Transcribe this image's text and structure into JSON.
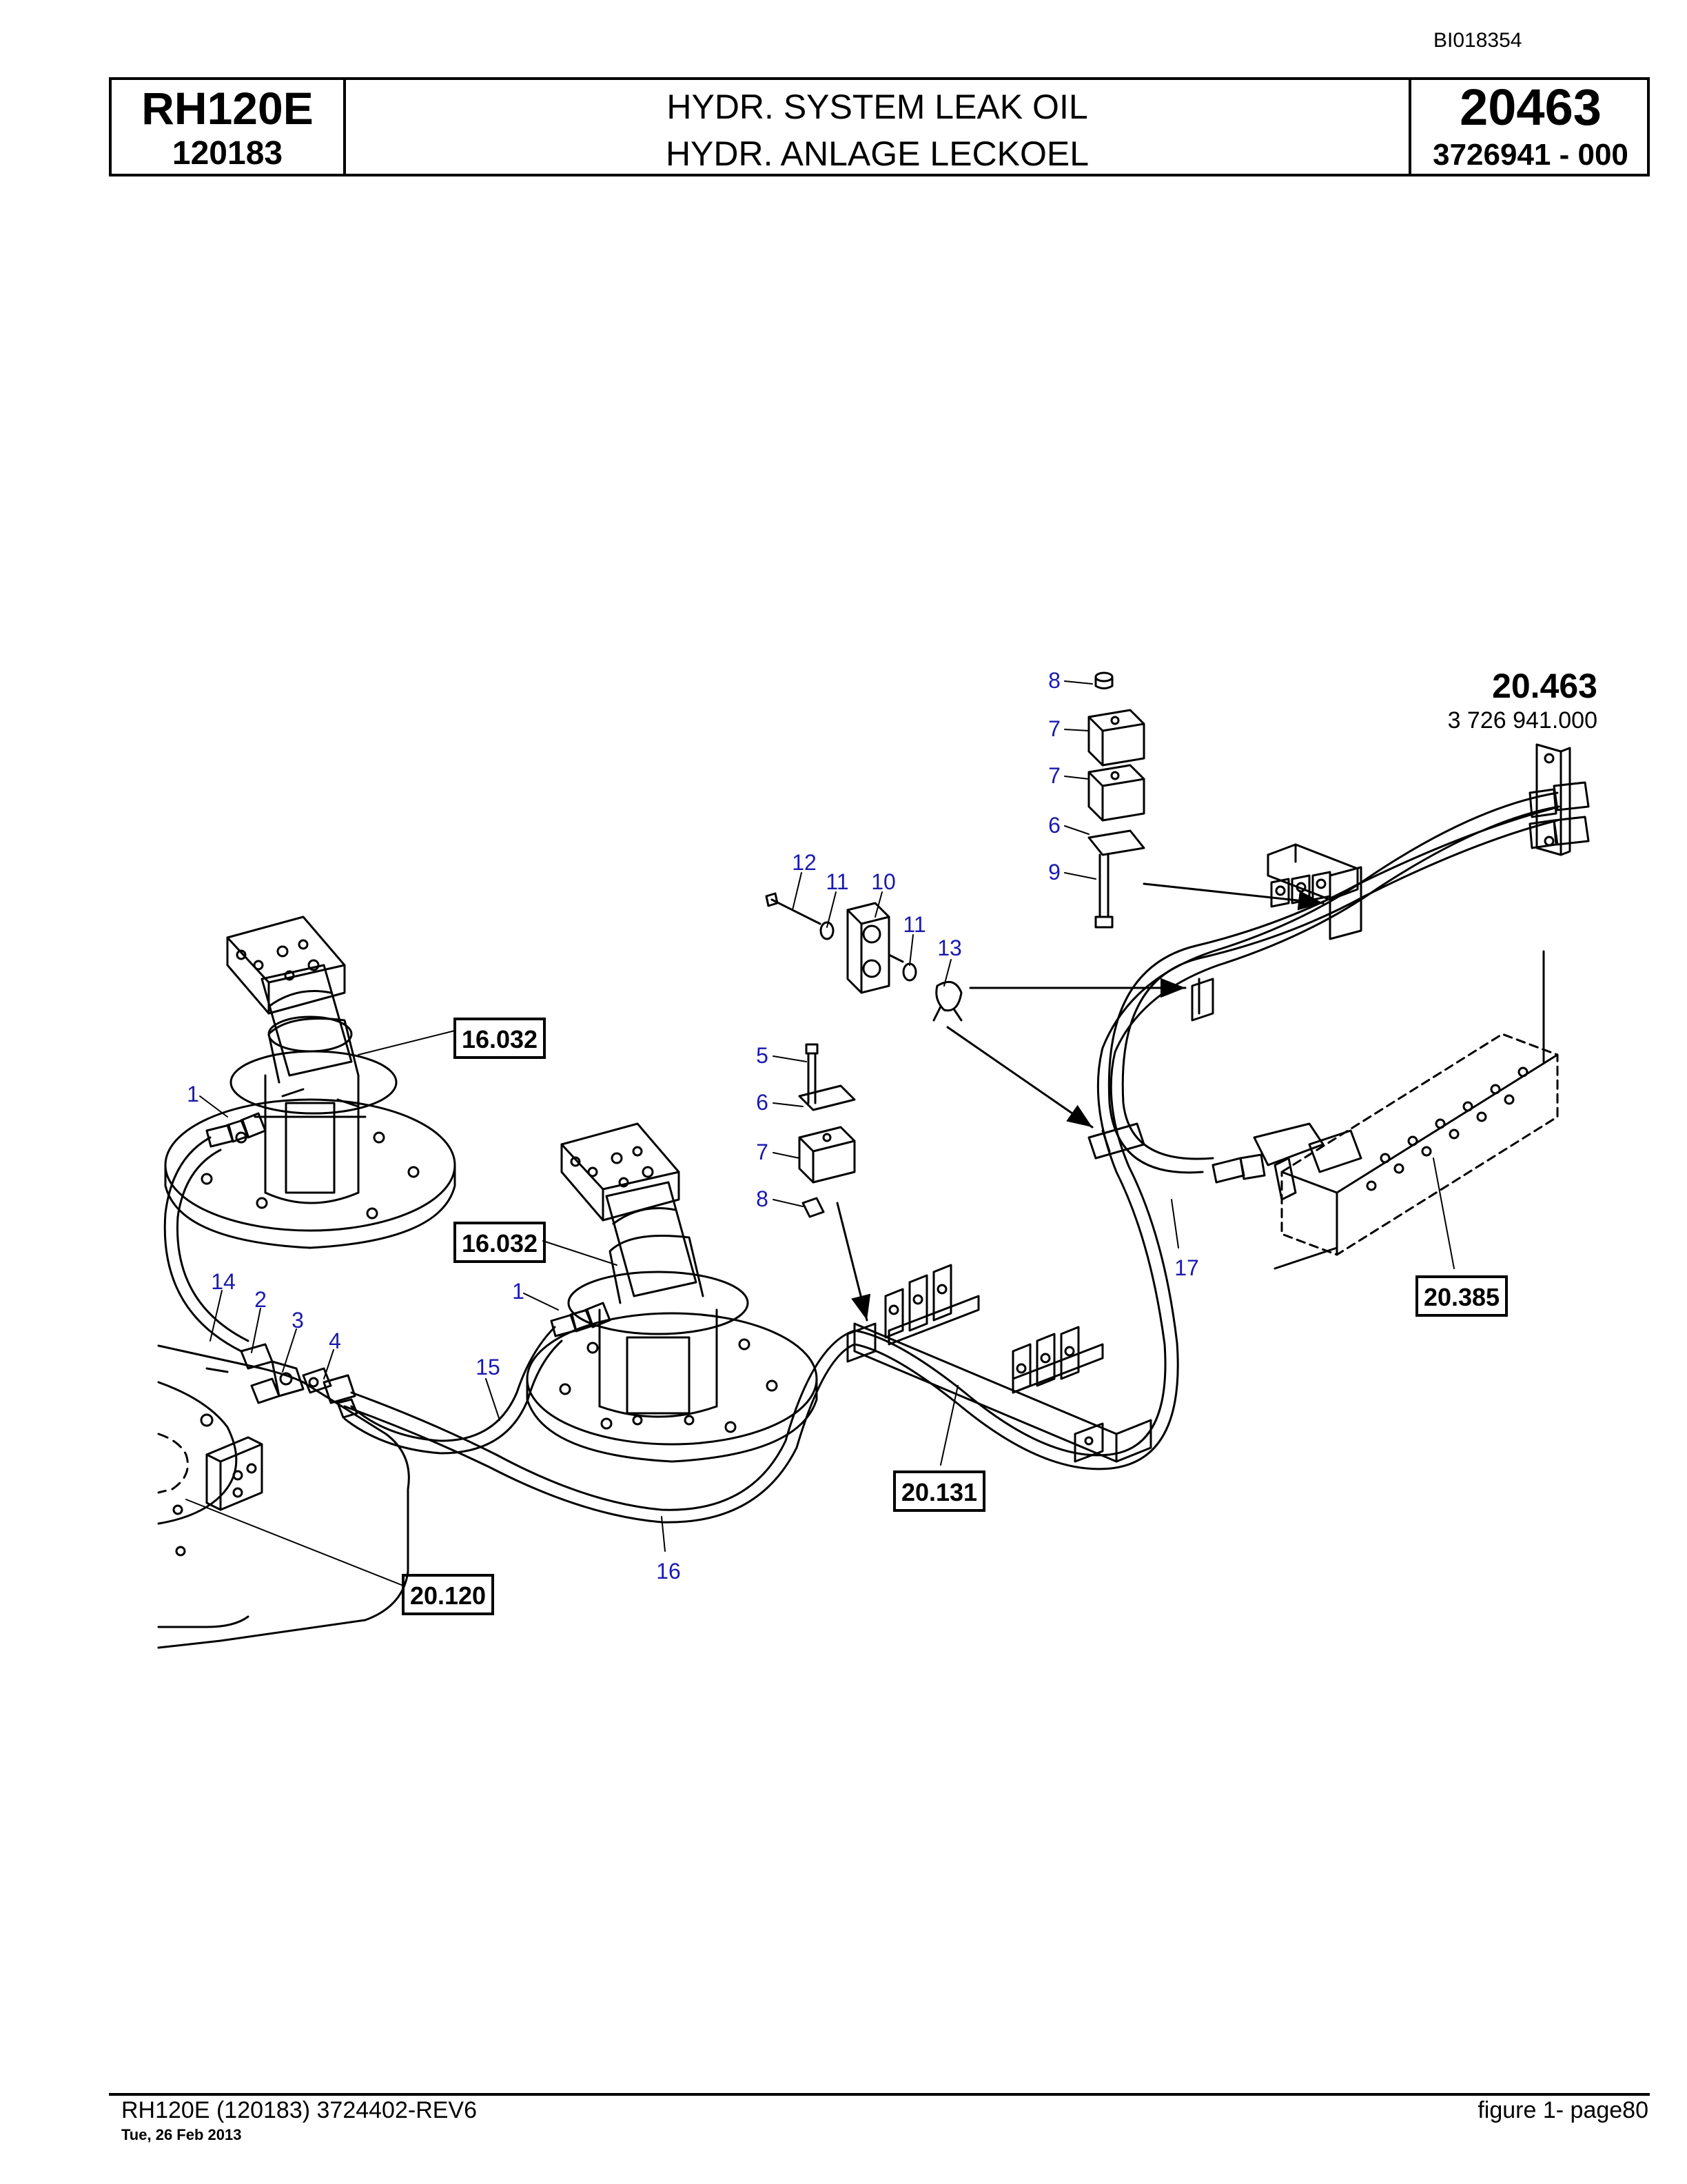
{
  "doc_id": "BI018354",
  "header": {
    "model": "RH120E",
    "serial": "120183",
    "title_en": "HYDR. SYSTEM LEAK OIL",
    "title_de": "HYDR. ANLAGE LECKOEL",
    "group_no": "20463",
    "part_no": "3726941  - 000"
  },
  "drawing": {
    "group_label": "20.463",
    "group_part": "3 726 941.000",
    "ref_boxes": [
      "16.032",
      "16.032",
      "20.385",
      "20.131",
      "20.120"
    ],
    "item_labels": [
      "8",
      "7",
      "7",
      "6",
      "9",
      "12",
      "11",
      "10",
      "11",
      "13",
      "5",
      "6",
      "7",
      "8",
      "1",
      "14",
      "2",
      "3",
      "4",
      "15",
      "1",
      "17",
      "16"
    ],
    "colors": {
      "item_label": "#1a1ab0",
      "line": "#000000"
    }
  },
  "footer": {
    "left": "RH120E (120183) 3724402-REV6",
    "date": "Tue, 26 Feb 2013",
    "right": "figure  1- page80"
  }
}
